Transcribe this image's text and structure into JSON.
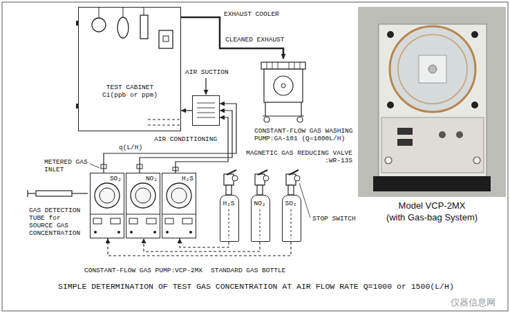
{
  "diagram": {
    "caption": "SIMPLE DETERMINATION OF TEST GAS CONCENTRATION AT AIR FLOW RATE Q=1000 or 1500(L/H)",
    "nodes": [
      {
        "text": [
          "TEST CABINET Ci(ppb or ppm)"
        ]
      },
      {
        "text": [
          "AIR CONDITIONING"
        ]
      },
      {
        "text": [
          "CONSTANT-FLOW GAS WASHING PUMP:GA-101 (Q=1000L/H)"
        ]
      },
      {
        "text": [
          "Model VCP-2MX",
          "(with Gas-bag System)"
        ]
      },
      {
        "text": [
          "SO₂"
        ]
      },
      {
        "text": [
          "NO₂"
        ]
      },
      {
        "text": [
          "H₂S"
        ]
      },
      {
        "text": [
          "H₂S"
        ]
      },
      {
        "text": [
          "NO₂"
        ]
      },
      {
        "text": [
          "SO₂"
        ]
      }
    ],
    "edges": [
      {
        "from": 0,
        "to": 2,
        "arrow": "to"
      },
      {
        "from": 1,
        "to": 0,
        "arrow": "to"
      },
      {
        "from": 4,
        "to": 1,
        "arrow": "to"
      },
      {
        "from": 5,
        "to": 1,
        "arrow": "to"
      },
      {
        "from": 6,
        "to": 1,
        "arrow": "to"
      },
      {
        "from": 7,
        "to": 6,
        "arrow": "to"
      },
      {
        "from": 8,
        "to": 5,
        "arrow": "to"
      },
      {
        "from": 9,
        "to": 4,
        "arrow": "to"
      }
    ],
    "labels": [
      "EXHAUST COOLER",
      "CLEANED EXHAUST",
      "AIR SUCTION",
      "METERED GAS INLET",
      "q(L/H)",
      "MAGNETIC GAS REDUCING VALVE :WR-13S",
      "STOP SWITCH",
      "GAS DETECTION TUBE for SOURCE GAS CONCENTRATION",
      "CONSTANT-FLOW GAS PUMP:VCP-2MX",
      "STANDARD GAS BOTTLE",
      "仪器信息网"
    ]
  }
}
